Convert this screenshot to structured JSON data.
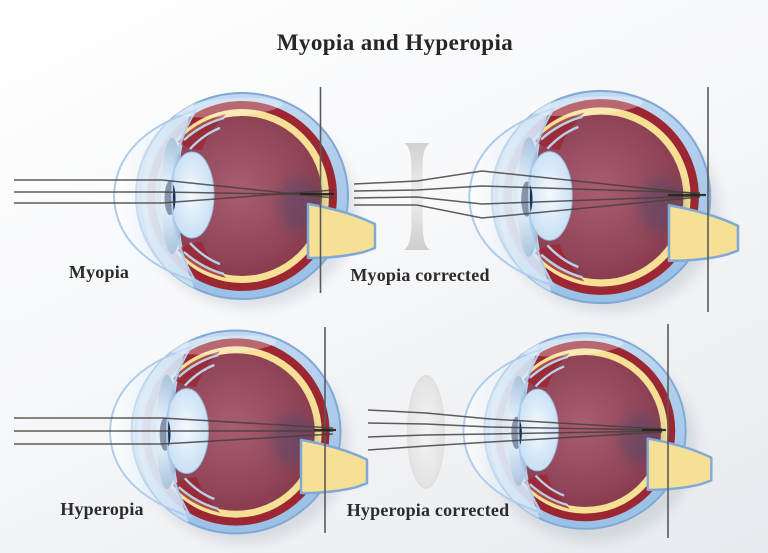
{
  "title": "Myopia and Hyperopia",
  "figures": [
    {
      "id": "myopia",
      "label": "Myopia"
    },
    {
      "id": "myopia-corrected",
      "label": "Myopia corrected"
    },
    {
      "id": "hyperopia",
      "label": "Hyperopia"
    },
    {
      "id": "hyperopia-corrected",
      "label": "Hyperopia corrected"
    }
  ],
  "colors": {
    "background_top": "#ffffff",
    "background_bottom": "#e7eaee",
    "title_text": "#262626",
    "label_text": "#2b2b2b",
    "sclera_blue": "#a9cbe9",
    "sclera_edge": "#7fa9d6",
    "ring_red": "#9c2733",
    "choroid_yellow": "#f5e095",
    "vitreous_center": "#a85d70",
    "vitreous_edge": "#7a2b3d",
    "iris_blue": "#6f97c0",
    "lens_blue": "#bcd8f2",
    "pupil_navy": "#1d2c4f",
    "ray_gray": "#45403c",
    "axis_line": "#5a5a5a",
    "glass_gray": "#d6d6d6",
    "macula_shadow": "#33486e"
  }
}
